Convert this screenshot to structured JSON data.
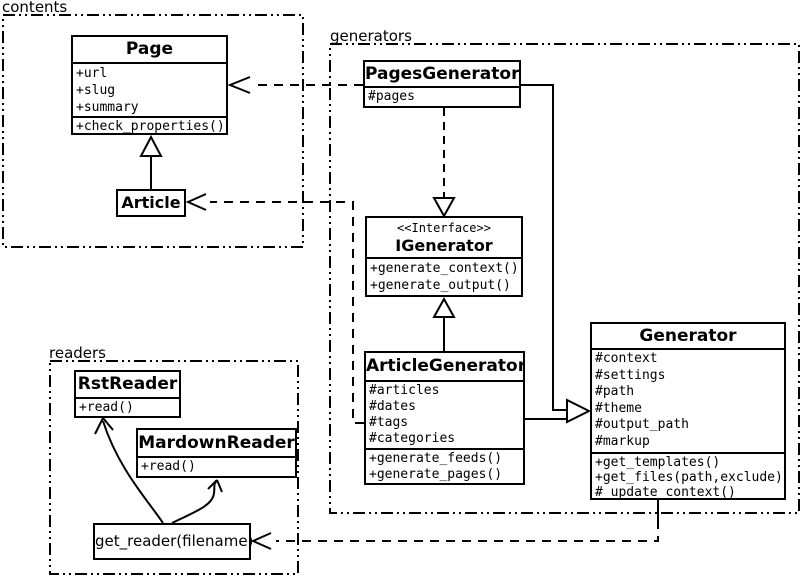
{
  "packages": {
    "contents": {
      "label": "contents"
    },
    "generators": {
      "label": "generators"
    },
    "readers": {
      "label": "readers"
    }
  },
  "classes": {
    "page": {
      "name": "Page",
      "attrs": [
        "+url",
        "+slug",
        "+summary"
      ],
      "methods": [
        "+check_properties()"
      ]
    },
    "article": {
      "name": "Article"
    },
    "pages_generator": {
      "name": "PagesGenerator",
      "attrs": [
        "#pages"
      ]
    },
    "igenerator": {
      "stereotype": "<<Interface>>",
      "name": "IGenerator",
      "methods": [
        "+generate_context()",
        "+generate_output()"
      ]
    },
    "article_generator": {
      "name": "ArticleGenerator",
      "attrs": [
        "#articles",
        "#dates",
        "#tags",
        "#categories"
      ],
      "methods": [
        "+generate_feeds()",
        "+generate_pages()"
      ]
    },
    "generator": {
      "name": "Generator",
      "attrs": [
        "#context",
        "#settings",
        "#path",
        "#theme",
        "#output_path",
        "#markup"
      ],
      "methods": [
        "+get_templates()",
        "+get_files(path,exclude)",
        "#_update_context()"
      ]
    },
    "rst_reader": {
      "name": "RstReader",
      "methods": [
        "+read()"
      ]
    },
    "mardown_reader": {
      "name": "MardownReader",
      "methods": [
        "+read()"
      ]
    },
    "get_reader": {
      "label": "get_reader(filename)"
    }
  },
  "relationships": [
    {
      "from": "PagesGenerator",
      "to": "Page",
      "type": "dependency-dashed-open-arrow"
    },
    {
      "from": "ArticleGenerator",
      "to": "Article",
      "type": "dependency-dashed-open-arrow"
    },
    {
      "from": "PagesGenerator",
      "to": "IGenerator",
      "type": "realization-dashed-hollow-triangle"
    },
    {
      "from": "ArticleGenerator",
      "to": "IGenerator",
      "type": "generalization-hollow-triangle"
    },
    {
      "from": "Article",
      "to": "Page",
      "type": "generalization-hollow-triangle"
    },
    {
      "from": "PagesGenerator",
      "to": "Generator",
      "type": "generalization-hollow-triangle"
    },
    {
      "from": "ArticleGenerator",
      "to": "Generator",
      "type": "generalization-hollow-triangle"
    },
    {
      "from": "Generator",
      "to": "get_reader(filename)",
      "type": "dependency-dashed-open-arrow"
    },
    {
      "from": "get_reader(filename)",
      "to": "RstReader",
      "type": "curved-open-arrow"
    },
    {
      "from": "get_reader(filename)",
      "to": "MardownReader",
      "type": "curved-open-arrow"
    }
  ],
  "colors": {
    "line": "#000000",
    "background": "#ffffff"
  }
}
